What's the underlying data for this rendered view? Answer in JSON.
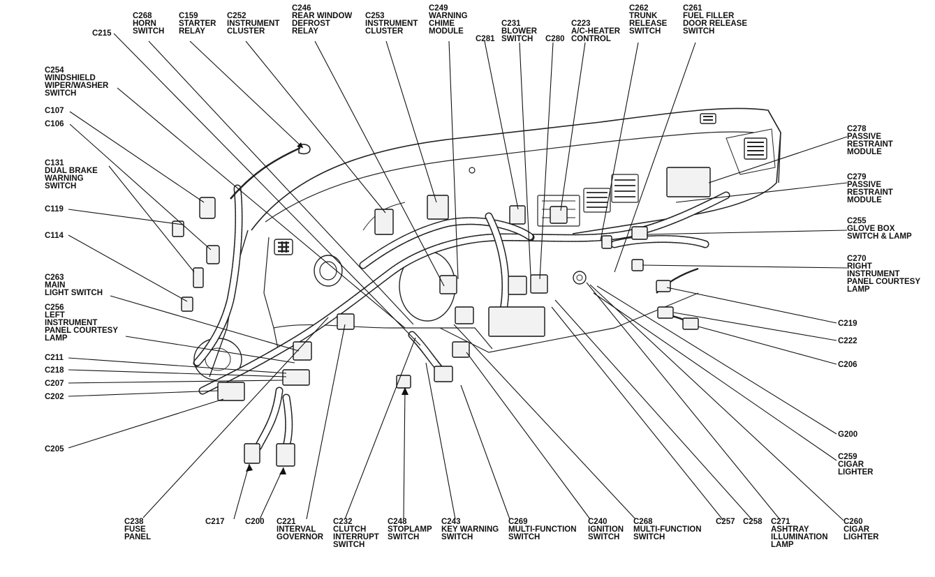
{
  "labels": {
    "C268_horn": "C268|HORN|SWITCH",
    "C159": "C159|STARTER|RELAY",
    "C252": "C252|INSTRUMENT|CLUSTER",
    "C246": "C246|REAR WINDOW|DEFROST|RELAY",
    "C253": "C253|INSTRUMENT|CLUSTER",
    "C249": "C249|WARNING|CHIME|MODULE",
    "C281": "C281",
    "C231": "C231|BLOWER|SWITCH",
    "C280": "C280",
    "C223": "C223|A/C-HEATER|CONTROL",
    "C262": "C262|TRUNK|RELEASE|SWITCH",
    "C261": "C261|FUEL FILLER|DOOR RELEASE|SWITCH",
    "C215": "C215",
    "C254": "C254|WINDSHIELD|WIPER/WASHER|SWITCH",
    "C107": "C107",
    "C106": "C106",
    "C131": "C131|DUAL BRAKE|WARNING|SWITCH",
    "C119": "C119",
    "C114": "C114",
    "C263": "C263|MAIN|LIGHT SWITCH",
    "C256": "C256|LEFT|INSTRUMENT|PANEL COURTESY|LAMP",
    "C211": "C211",
    "C218": "C218",
    "C207": "C207",
    "C202": "C202",
    "C205": "C205",
    "C278": "C278|PASSIVE|RESTRAINT|MODULE",
    "C279": "C279|PASSIVE|RESTRAINT|MODULE",
    "C255": "C255|GLOVE BOX|SWITCH & LAMP",
    "C270": "C270|RIGHT|INSTRUMENT|PANEL COURTESY|LAMP",
    "C219": "C219",
    "C222": "C222",
    "C206": "C206",
    "G200": "G200",
    "C259": "C259|CIGAR|LIGHTER",
    "C238": "C238|FUSE|PANEL",
    "C217": "C217",
    "C200": "C200",
    "C221": "C221|INTERVAL|GOVERNOR",
    "C232": "C232|CLUTCH|INTERRUPT|SWITCH",
    "C248": "C248|STOPLAMP|SWITCH",
    "C243": "C243|KEY WARNING|SWITCH",
    "C269": "C269|MULTI-FUNCTION|SWITCH",
    "C240": "C240|IGNITION|SWITCH",
    "C268_multi": "C268|MULTI-FUNCTION|SWITCH",
    "C257": "C257",
    "C258": "C258",
    "C271": "C271|ASHTRAY|ILLUMINATION|LAMP",
    "C260": "C260|CIGAR|LIGHTER"
  }
}
